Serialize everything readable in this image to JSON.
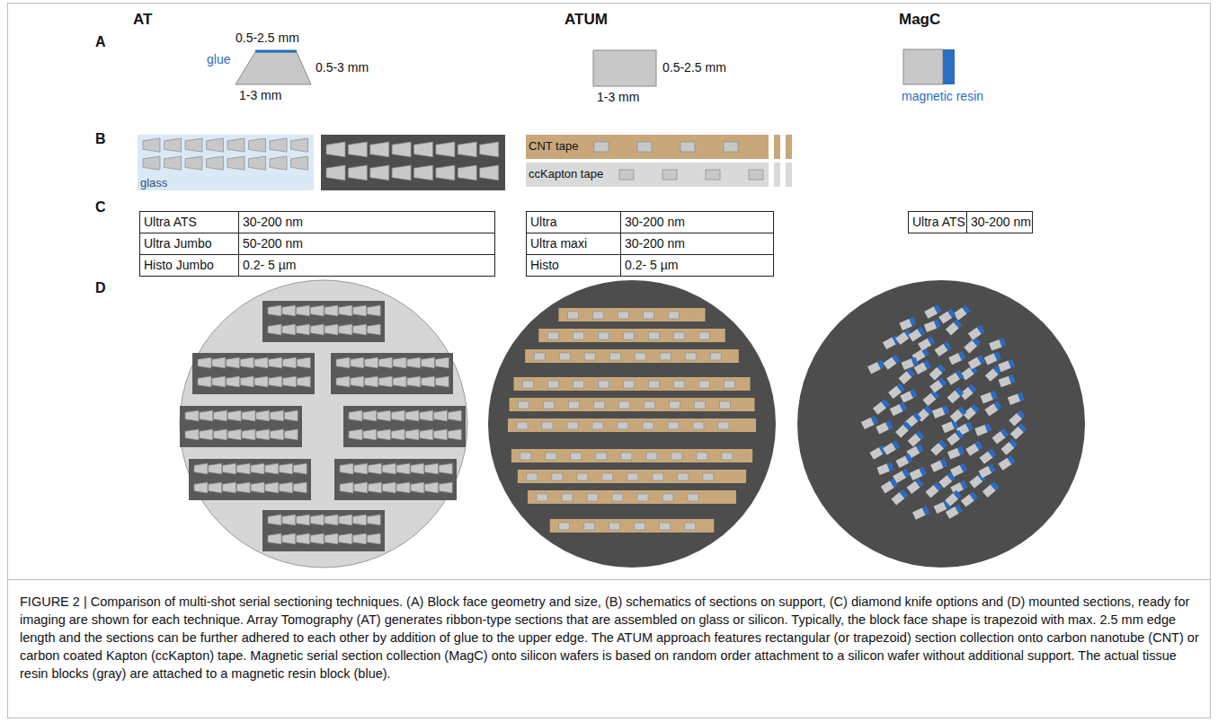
{
  "diagram": {
    "caption": "FIGURE 2 | Comparison of multi-shot serial sectioning techniques. (A) Block face geometry and size, (B) schematics of sections on support, (C) diamond knife options and (D) mounted sections, ready for imaging are shown for each technique. Array Tomography (AT) generates ribbon-type sections that are assembled on glass or silicon. Typically, the block face shape is trapezoid with max. 2.5 mm edge length and the sections can be further adhered to each other by addition of glue to the upper edge. The ATUM approach features rectangular (or trapezoid) section collection onto carbon nanotube (CNT) or carbon coated Kapton (ccKapton) tape. Magnetic serial section collection (MagC) onto silicon wafers is based on random order attachment to a silicon wafer without additional support. The actual tissue resin blocks (gray) are attached to a magnetic resin block (blue).",
    "nodes": [
      {
        "text": [
          "glass"
        ]
      },
      {
        "text": [
          "CNT tape"
        ]
      },
      {
        "text": [
          "ccKapton tape"
        ]
      }
    ],
    "labels": [
      "AT",
      "ATUM",
      "MagC",
      "A",
      "B",
      "C",
      "D",
      "0.5-2.5 mm",
      "glue",
      "0.5-3 mm",
      "1-3 mm",
      "0.5-2.5 mm",
      "1-3 mm",
      "magnetic resin",
      "Ultra ATS",
      "30-200 nm",
      "Ultra Jumbo",
      "50-200 nm",
      "Histo Jumbo",
      "0.2- 5 µm",
      "Ultra",
      "30-200 nm",
      "Ultra maxi",
      "30-200 nm",
      "Histo",
      "0.2- 5 µm",
      "Ultra ATS",
      "30-200 nm"
    ]
  }
}
